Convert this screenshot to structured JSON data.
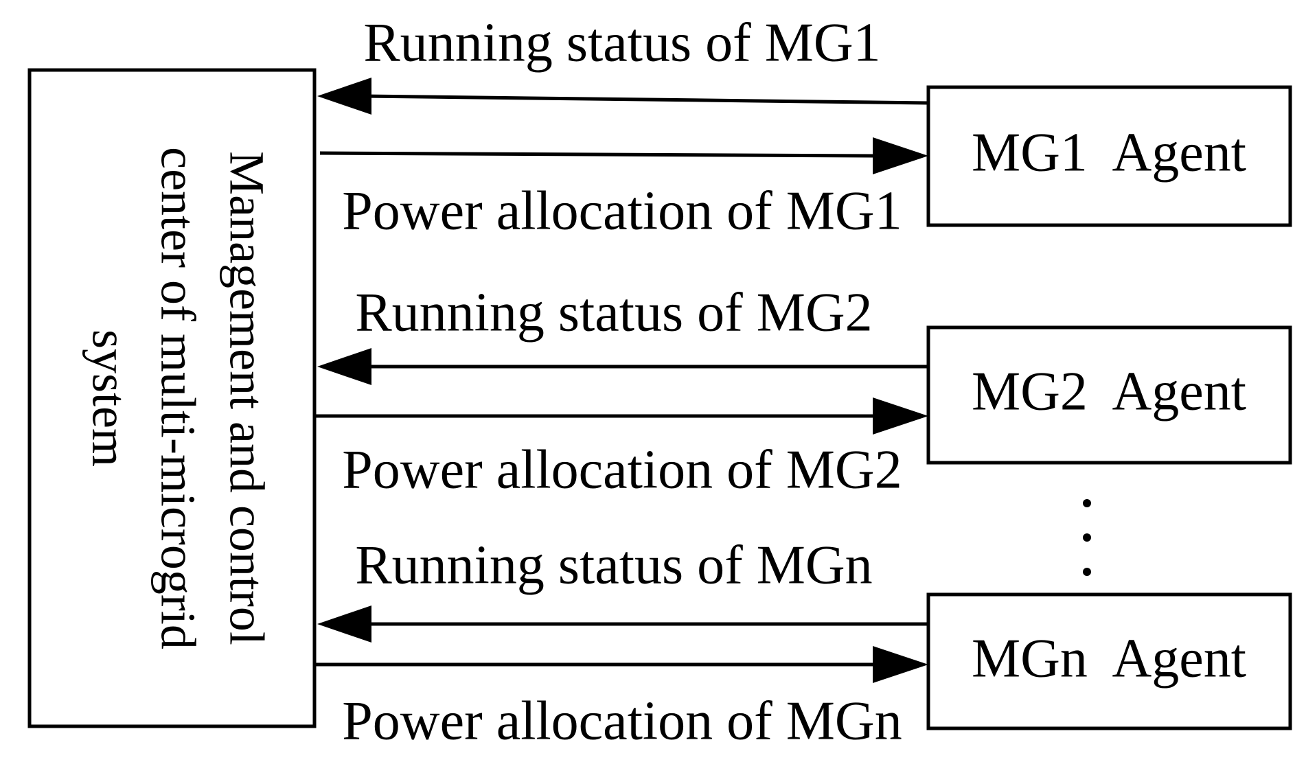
{
  "center": {
    "lines": [
      "Management and control",
      "center of multi-microgrid",
      "system"
    ]
  },
  "agents": [
    {
      "name": "MG1  Agent",
      "status_label": "Running status of MG1",
      "allocation_label": "Power allocation of MG1"
    },
    {
      "name": "MG2  Agent",
      "status_label": "Running status of MG2",
      "allocation_label": "Power allocation of MG2"
    },
    {
      "name": "MGn  Agent",
      "status_label": "Running status of MGn",
      "allocation_label": "Power allocation of MGn"
    }
  ]
}
